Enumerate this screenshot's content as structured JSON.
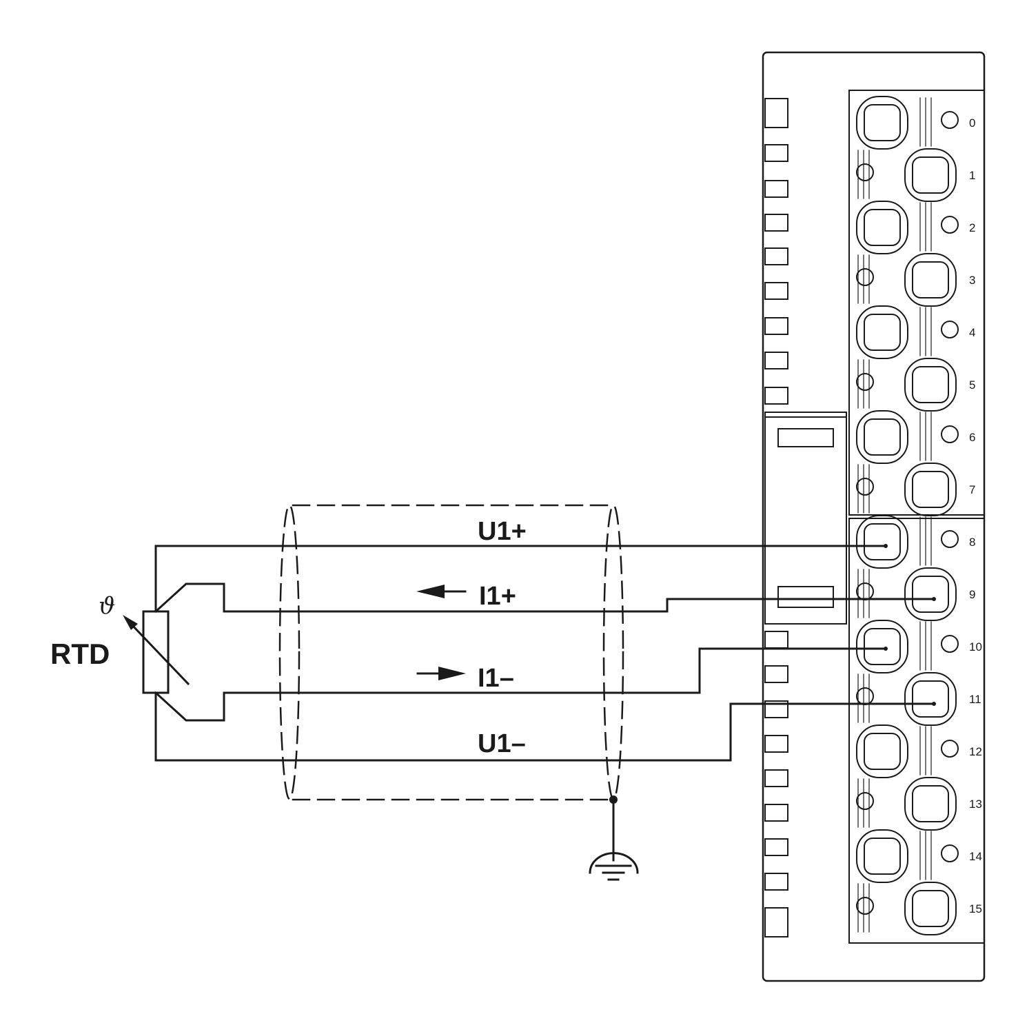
{
  "labels": {
    "rtd": "RTD",
    "theta": "ϑ",
    "u1_plus": "U1+",
    "i1_plus": "I1+",
    "i1_minus": "I1–",
    "u1_minus": "U1–"
  },
  "terminals": [
    "0",
    "1",
    "2",
    "3",
    "4",
    "5",
    "6",
    "7",
    "8",
    "9",
    "10",
    "11",
    "12",
    "13",
    "14",
    "15"
  ],
  "colors": {
    "line": "#1a1a1a",
    "background": "#ffffff"
  }
}
